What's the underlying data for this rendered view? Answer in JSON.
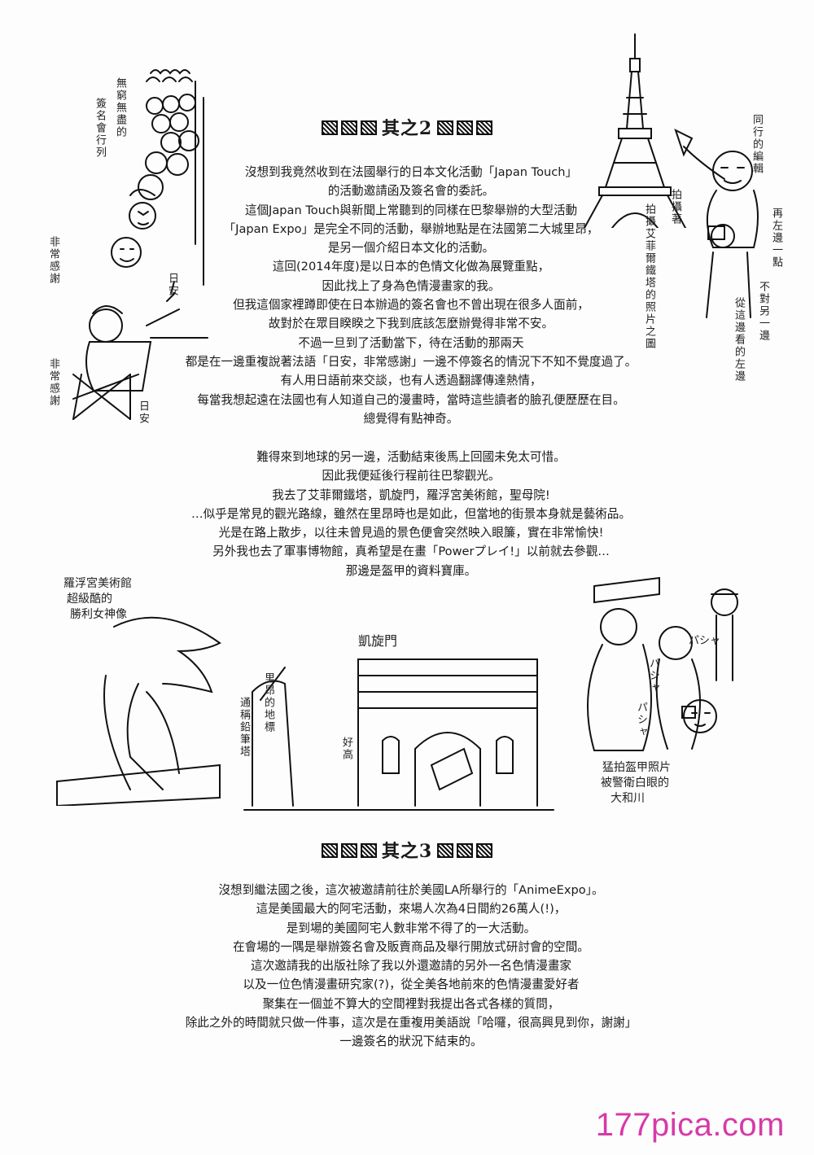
{
  "section2": {
    "heading": "其之2",
    "lines": [
      "沒想到我竟然收到在法國舉行的日本文化活動「Japan Touch」",
      "的活動邀請函及簽名會的委託。",
      "這個Japan Touch與新聞上常聽到的同樣在巴黎舉辦的大型活動",
      "「Japan Expo」是完全不同的活動，舉辦地點是在法國第二大城里昂，",
      "是另一個介紹日本文化的活動。",
      "這回(2014年度)是以日本的色情文化做為展覽重點，",
      "因此找上了身為色情漫畫家的我。",
      "但我這個家裡蹲即使在日本辦過的簽名會也不曾出現在很多人面前，",
      "故對於在眾目睽睽之下我到底該怎麼辦覺得非常不安。",
      "不過一旦到了活動當下，待在活動的那兩天",
      "都是在一邊重複說著法語「日安，非常感謝」一邊不停簽名的情況下不知不覺度過了。",
      "有人用日語前來交談，也有人透過翻譯傳達熱情，",
      "每當我想起遠在法國也有人知道自己的漫畫時，當時這些讀者的臉孔便歷歷在目。",
      "總覺得有點神奇。"
    ],
    "lines_b": [
      "難得來到地球的另一邊，活動結束後馬上回國未免太可惜。",
      "因此我便延後行程前往巴黎觀光。",
      "我去了艾菲爾鐵塔，凱旋門，羅浮宮美術館，聖母院!",
      "…似乎是常見的觀光路線，雖然在里昂時也是如此，但當地的街景本身就是藝術品。",
      "光是在路上散步，以往未曾見過的景色便會突然映入眼簾，實在非常愉快!",
      "另外我也去了軍事博物館，真希望是在畫「Powerプレイ!」以前就去參觀…",
      "那邊是盔甲的資料寶庫。"
    ]
  },
  "section3": {
    "heading": "其之3",
    "lines": [
      "沒想到繼法國之後，這次被邀請前往於美國LA所舉行的「AnimeExpo」。",
      "這是美國最大的阿宅活動，來場人次為4日間約26萬人(!)，",
      "是到場的美國阿宅人數非常不得了的一大活動。",
      "在會場的一隅是舉辦簽名會及販賣商品及舉行開放式研討會的空間。",
      "這次邀請我的出版社除了我以外還邀請的另外一名色情漫畫家",
      "以及一位色情漫畫研究家(?)，從全美各地前來的色情漫畫愛好者",
      "聚集在一個並不算大的空間裡對我提出各式各樣的質問，",
      "除此之外的時間就只做一件事，這次是在重複用美語說「哈囉，很高興見到你，謝謝」",
      "一邊簽名的狀況下結束的。"
    ]
  },
  "notes": {
    "queue": "無窮無盡的",
    "queue2": "簽名會行列",
    "merci1": "非常感謝",
    "bonjour1": "日安",
    "merci2": "非常感謝",
    "bonjour2": "日安",
    "editor": "同行的編輯",
    "tower_photo": "拍攝艾菲爾鐵塔的照片之圖",
    "tower_photo_b": "拍攝著",
    "left_more": "再左邊一點",
    "not_that": "不對另一邊",
    "from_left": "從這邊看的左邊",
    "louvre": "羅浮宮美術館",
    "louvre2": "超級酷的",
    "louvre3": "勝利女神像",
    "arc": "凱旋門",
    "lyon": "里昂的地標",
    "lyon2": "通稱鉛筆塔",
    "tall": "好高",
    "armor": "猛拍盔甲照片",
    "armor2": "被警衛白眼的",
    "armor3": "大和川",
    "snap1": "パシャ",
    "snap2": "パシャ",
    "snap3": "パシャ"
  },
  "watermark": "177pica.com"
}
